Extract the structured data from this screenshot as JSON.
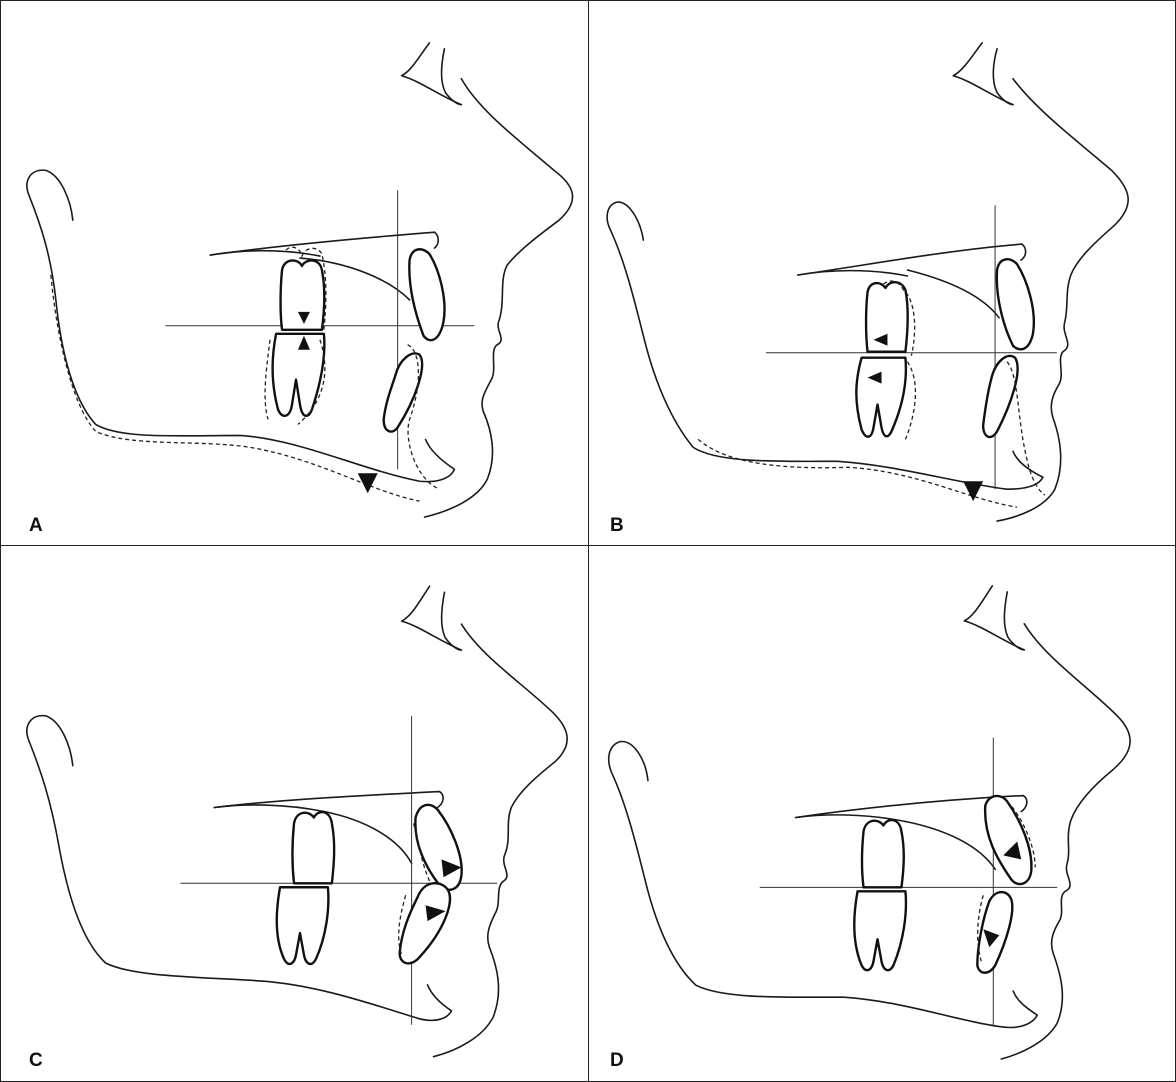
{
  "panels": [
    {
      "id": "A",
      "label": "A",
      "arrows": [
        "molar-intrusion",
        "mandible-rotation"
      ]
    },
    {
      "id": "B",
      "label": "B",
      "arrows": [
        "molar-distalization",
        "mandible-rotation"
      ]
    },
    {
      "id": "C",
      "label": "C",
      "arrows": [
        "incisor-proclination"
      ]
    },
    {
      "id": "D",
      "label": "D",
      "arrows": [
        "incisor-retraction"
      ]
    }
  ],
  "colors": {
    "line": "#1a1a1a",
    "background": "#ffffff",
    "border": "#222222"
  }
}
